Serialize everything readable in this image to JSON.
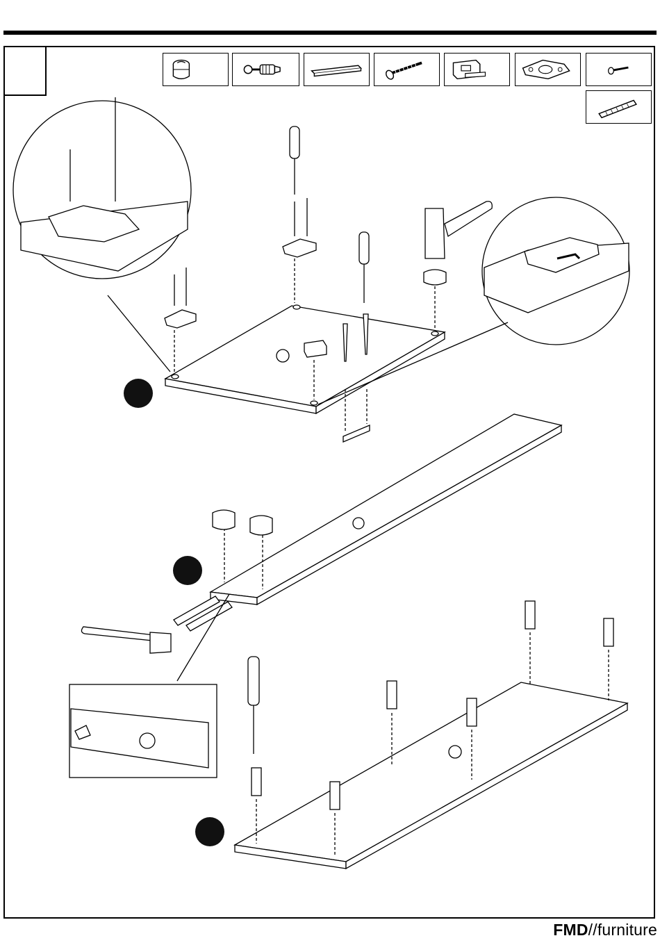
{
  "header": {
    "step_number": ""
  },
  "parts_strip": [
    {
      "icon": "cam-lock-icon"
    },
    {
      "icon": "cam-bolt-icon"
    },
    {
      "icon": "edge-strip-icon"
    },
    {
      "icon": "wood-screw-icon"
    },
    {
      "icon": "drawer-clip-icon"
    },
    {
      "icon": "hinge-plate-icon"
    },
    {
      "icon": "small-screw-icon"
    },
    {
      "icon": "wooden-dowel-icon"
    }
  ],
  "steps": [
    {
      "marker": "step-1-marker",
      "label": ""
    },
    {
      "marker": "step-2-marker",
      "label": ""
    },
    {
      "marker": "step-3-marker",
      "label": ""
    }
  ],
  "footer": {
    "brand_bold": "FMD",
    "brand_rest": "//furniture"
  },
  "colors": {
    "ink": "#000000",
    "paper": "#ffffff",
    "marker": "#111111"
  }
}
